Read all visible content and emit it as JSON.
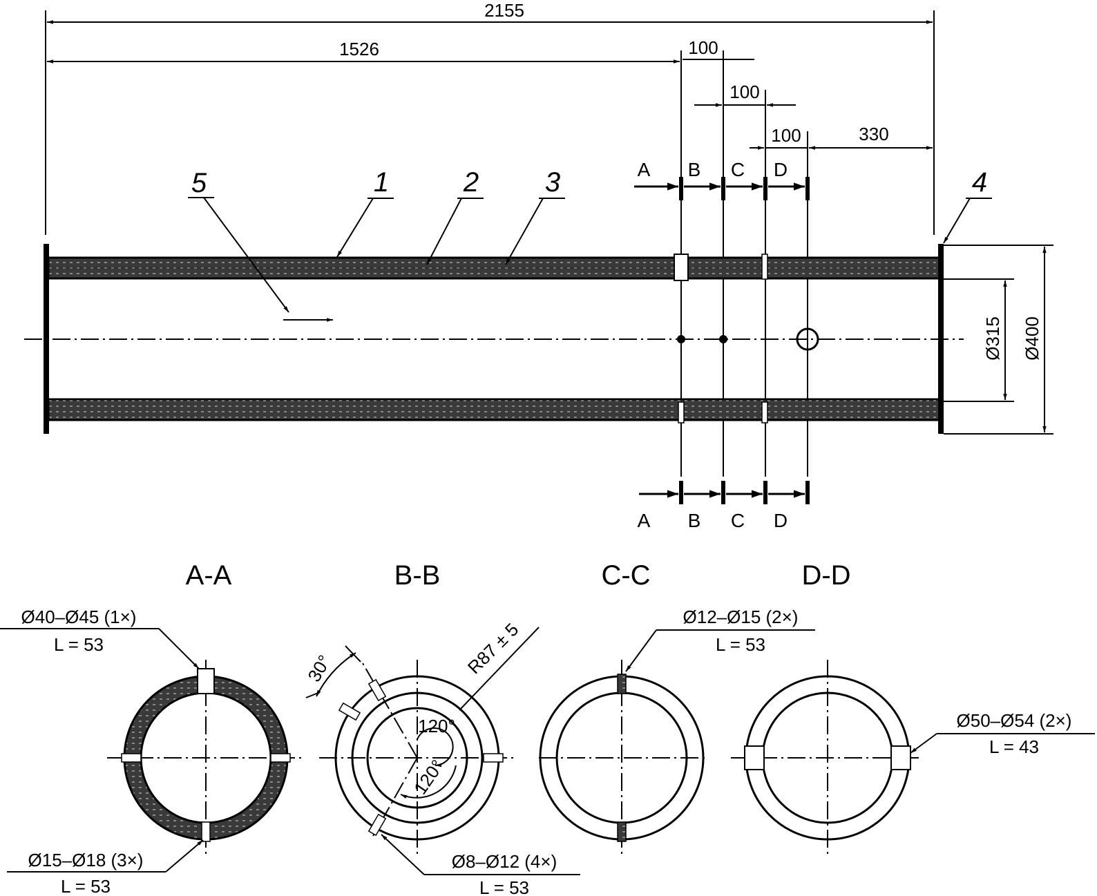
{
  "dimensions": {
    "total_length": "2155",
    "to_section_a": "1526",
    "spacing_ab": "100",
    "spacing_bc": "100",
    "spacing_cd": "100",
    "end_length": "330",
    "inner_diameter": "Ø315",
    "outer_diameter": "Ø400"
  },
  "leaders": [
    "5",
    "1",
    "2",
    "3",
    "4"
  ],
  "section_marks": [
    "A",
    "B",
    "C",
    "D"
  ],
  "sections": {
    "aa": {
      "title": "A-A",
      "top_note": "Ø40–Ø45 (1×)",
      "top_length": "L = 53",
      "bottom_note": "Ø15–Ø18 (3×)",
      "bottom_length": "L = 53"
    },
    "bb": {
      "title": "B-B",
      "angle_30": "30°",
      "angle_120a": "120°",
      "angle_120b": "120°",
      "radius": "R87 ± 5",
      "bottom_note": "Ø8–Ø12 (4×)",
      "bottom_length": "L = 53"
    },
    "cc": {
      "title": "C-C",
      "top_note": "Ø12–Ø15 (2×)",
      "top_length": "L = 53"
    },
    "dd": {
      "title": "D-D",
      "side_note": "Ø50–Ø54 (2×)",
      "side_length": "L = 43"
    }
  },
  "colors": {
    "line": "#000000",
    "background": "#ffffff"
  }
}
